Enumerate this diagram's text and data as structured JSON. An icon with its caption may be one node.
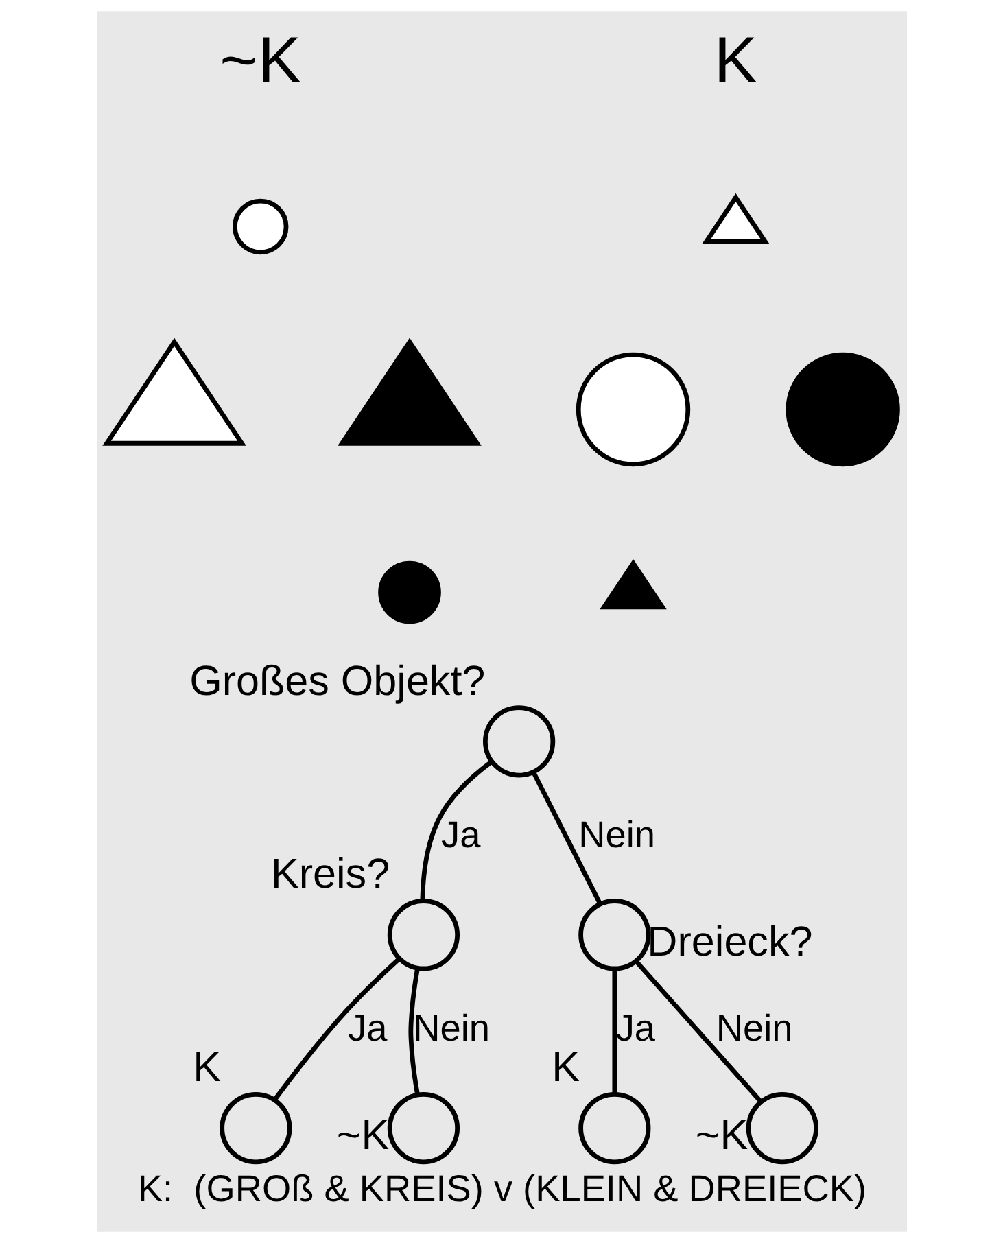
{
  "diagram": {
    "caption": "K:  (GROß & KREIS) v (KLEIN & DREIECK)",
    "nodes": [
      {
        "text": [],
        "shape": "triangle"
      },
      {
        "text": [],
        "shape": "circle"
      },
      {
        "text": [],
        "shape": "circle"
      },
      {
        "text": [],
        "shape": "triangle"
      },
      {
        "text": [],
        "shape": "circle"
      },
      {
        "text": [],
        "shape": "triangle"
      },
      {
        "text": [],
        "shape": "triangle"
      },
      {
        "text": [],
        "shape": "circle"
      },
      {
        "text": [],
        "shape": "circle",
        "beside": [
          "Großes Objekt?"
        ]
      },
      {
        "text": [],
        "shape": "circle",
        "beside": [
          "Kreis?"
        ]
      },
      {
        "text": [],
        "shape": "circle",
        "beside": [
          "Dreieck?"
        ]
      },
      {
        "text": [],
        "shape": "circle",
        "beside": [
          "K"
        ]
      },
      {
        "text": [],
        "shape": "circle",
        "beside": [
          "~K"
        ]
      },
      {
        "text": [],
        "shape": "circle",
        "beside": [
          "K"
        ]
      },
      {
        "text": [],
        "shape": "circle",
        "beside": [
          "~K"
        ]
      }
    ],
    "edges": [
      {
        "from": 8,
        "to": 9,
        "arrow": "none",
        "label": "Ja"
      },
      {
        "from": 8,
        "to": 10,
        "arrow": "none",
        "label": "Nein"
      },
      {
        "from": 9,
        "to": 11,
        "arrow": "none",
        "label": "Ja"
      },
      {
        "from": 9,
        "to": 12,
        "arrow": "none",
        "label": "Nein"
      },
      {
        "from": 10,
        "to": 13,
        "arrow": "none",
        "label": "Ja"
      },
      {
        "from": 10,
        "to": 14,
        "arrow": "none",
        "label": "Nein"
      }
    ],
    "labels": [
      "K",
      "~K"
    ]
  }
}
